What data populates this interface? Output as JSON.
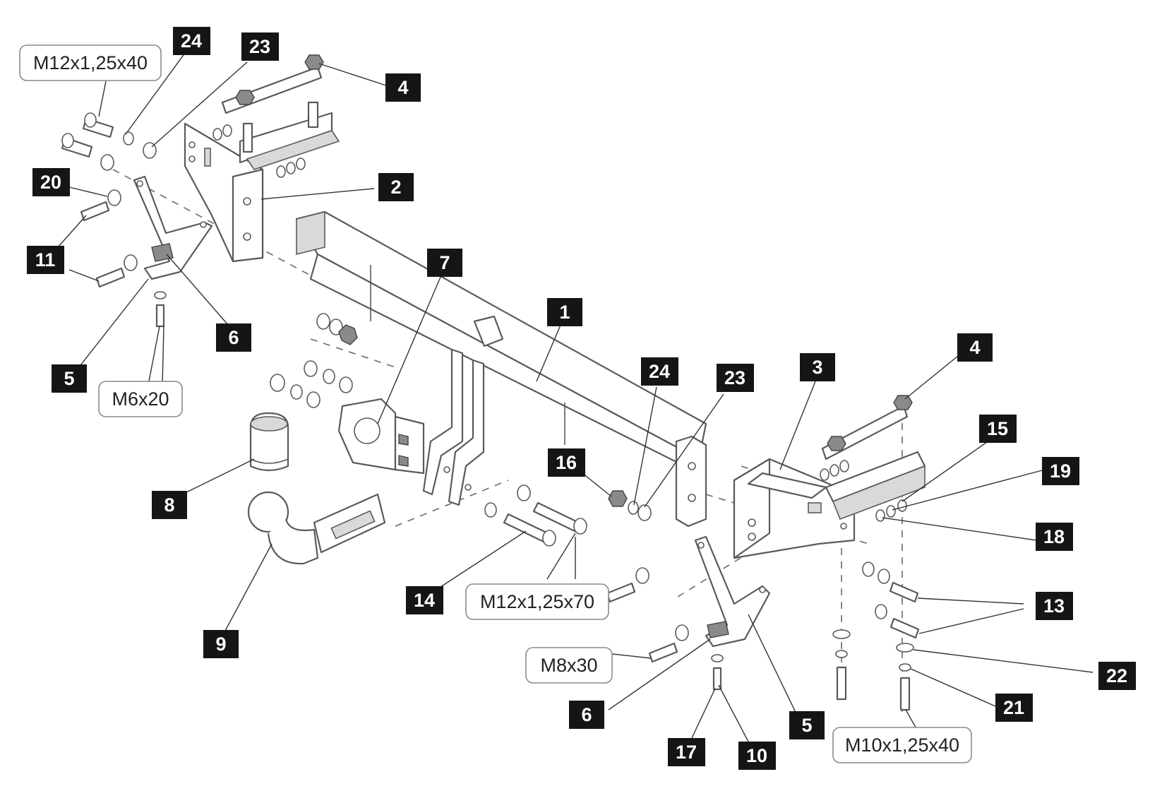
{
  "callouts": [
    {
      "id": "c-24-top",
      "label": "24"
    },
    {
      "id": "c-23-top",
      "label": "23"
    },
    {
      "id": "c-4-top",
      "label": "4"
    },
    {
      "id": "c-2",
      "label": "2"
    },
    {
      "id": "c-20",
      "label": "20"
    },
    {
      "id": "c-11",
      "label": "11"
    },
    {
      "id": "c-6-left",
      "label": "6"
    },
    {
      "id": "c-5-left",
      "label": "5"
    },
    {
      "id": "c-7",
      "label": "7"
    },
    {
      "id": "c-1",
      "label": "1"
    },
    {
      "id": "c-8",
      "label": "8"
    },
    {
      "id": "c-9",
      "label": "9"
    },
    {
      "id": "c-14",
      "label": "14"
    },
    {
      "id": "c-16",
      "label": "16"
    },
    {
      "id": "c-24-mid",
      "label": "24"
    },
    {
      "id": "c-23-mid",
      "label": "23"
    },
    {
      "id": "c-3",
      "label": "3"
    },
    {
      "id": "c-4-right",
      "label": "4"
    },
    {
      "id": "c-15",
      "label": "15"
    },
    {
      "id": "c-19",
      "label": "19"
    },
    {
      "id": "c-18",
      "label": "18"
    },
    {
      "id": "c-13",
      "label": "13"
    },
    {
      "id": "c-22",
      "label": "22"
    },
    {
      "id": "c-21",
      "label": "21"
    },
    {
      "id": "c-6-right",
      "label": "6"
    },
    {
      "id": "c-5-right",
      "label": "5"
    },
    {
      "id": "c-17",
      "label": "17"
    },
    {
      "id": "c-10",
      "label": "10"
    }
  ],
  "specs": [
    {
      "id": "s-m12x40",
      "label": "M12x1,25x40"
    },
    {
      "id": "s-m6x20",
      "label": "M6x20"
    },
    {
      "id": "s-m12x70",
      "label": "M12x1,25x70"
    },
    {
      "id": "s-m8x30",
      "label": "M8x30"
    },
    {
      "id": "s-m10x40",
      "label": "M10x1,25x40"
    }
  ]
}
